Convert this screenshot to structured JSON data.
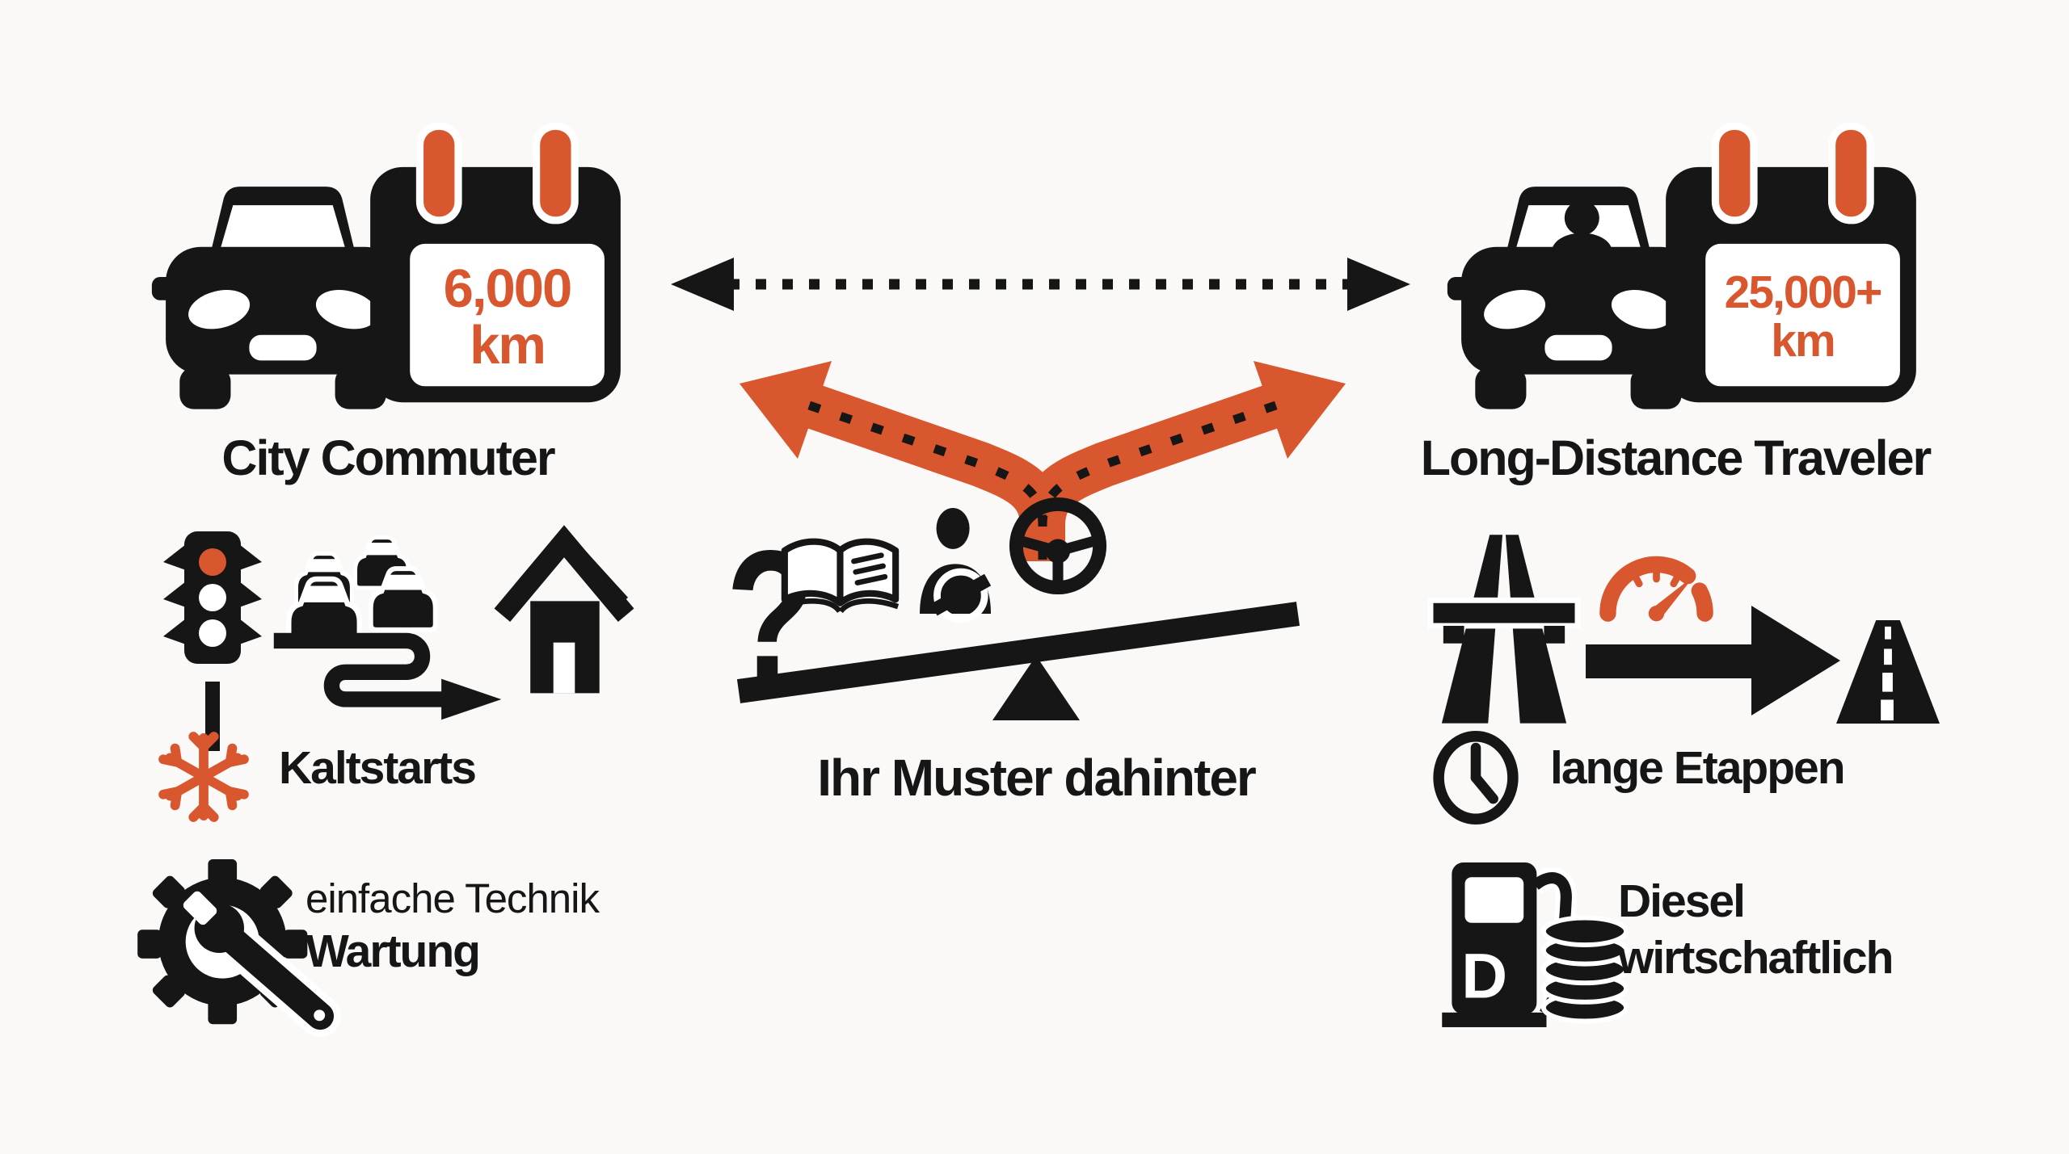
{
  "colors": {
    "accent": "#D9572E",
    "ink": "#161616",
    "bg": "#FAF9F7"
  },
  "left": {
    "persona": "City Commuter",
    "mileage": {
      "value": "6,000",
      "unit": "km"
    },
    "cold_starts_label": "Kaltstarts",
    "maintenance": {
      "line1": "einfache Technik",
      "line2": "Wartung"
    }
  },
  "center": {
    "label": "Ihr Muster dahinter",
    "question_glyph": "?"
  },
  "right": {
    "persona": "Long-Distance Traveler",
    "mileage": {
      "value": "25,000+",
      "unit": "km"
    },
    "stages_label": "lange Etappen",
    "economy": {
      "line1": "Diesel",
      "line2": "wirtschaftlich"
    },
    "pump_letter": "D"
  }
}
